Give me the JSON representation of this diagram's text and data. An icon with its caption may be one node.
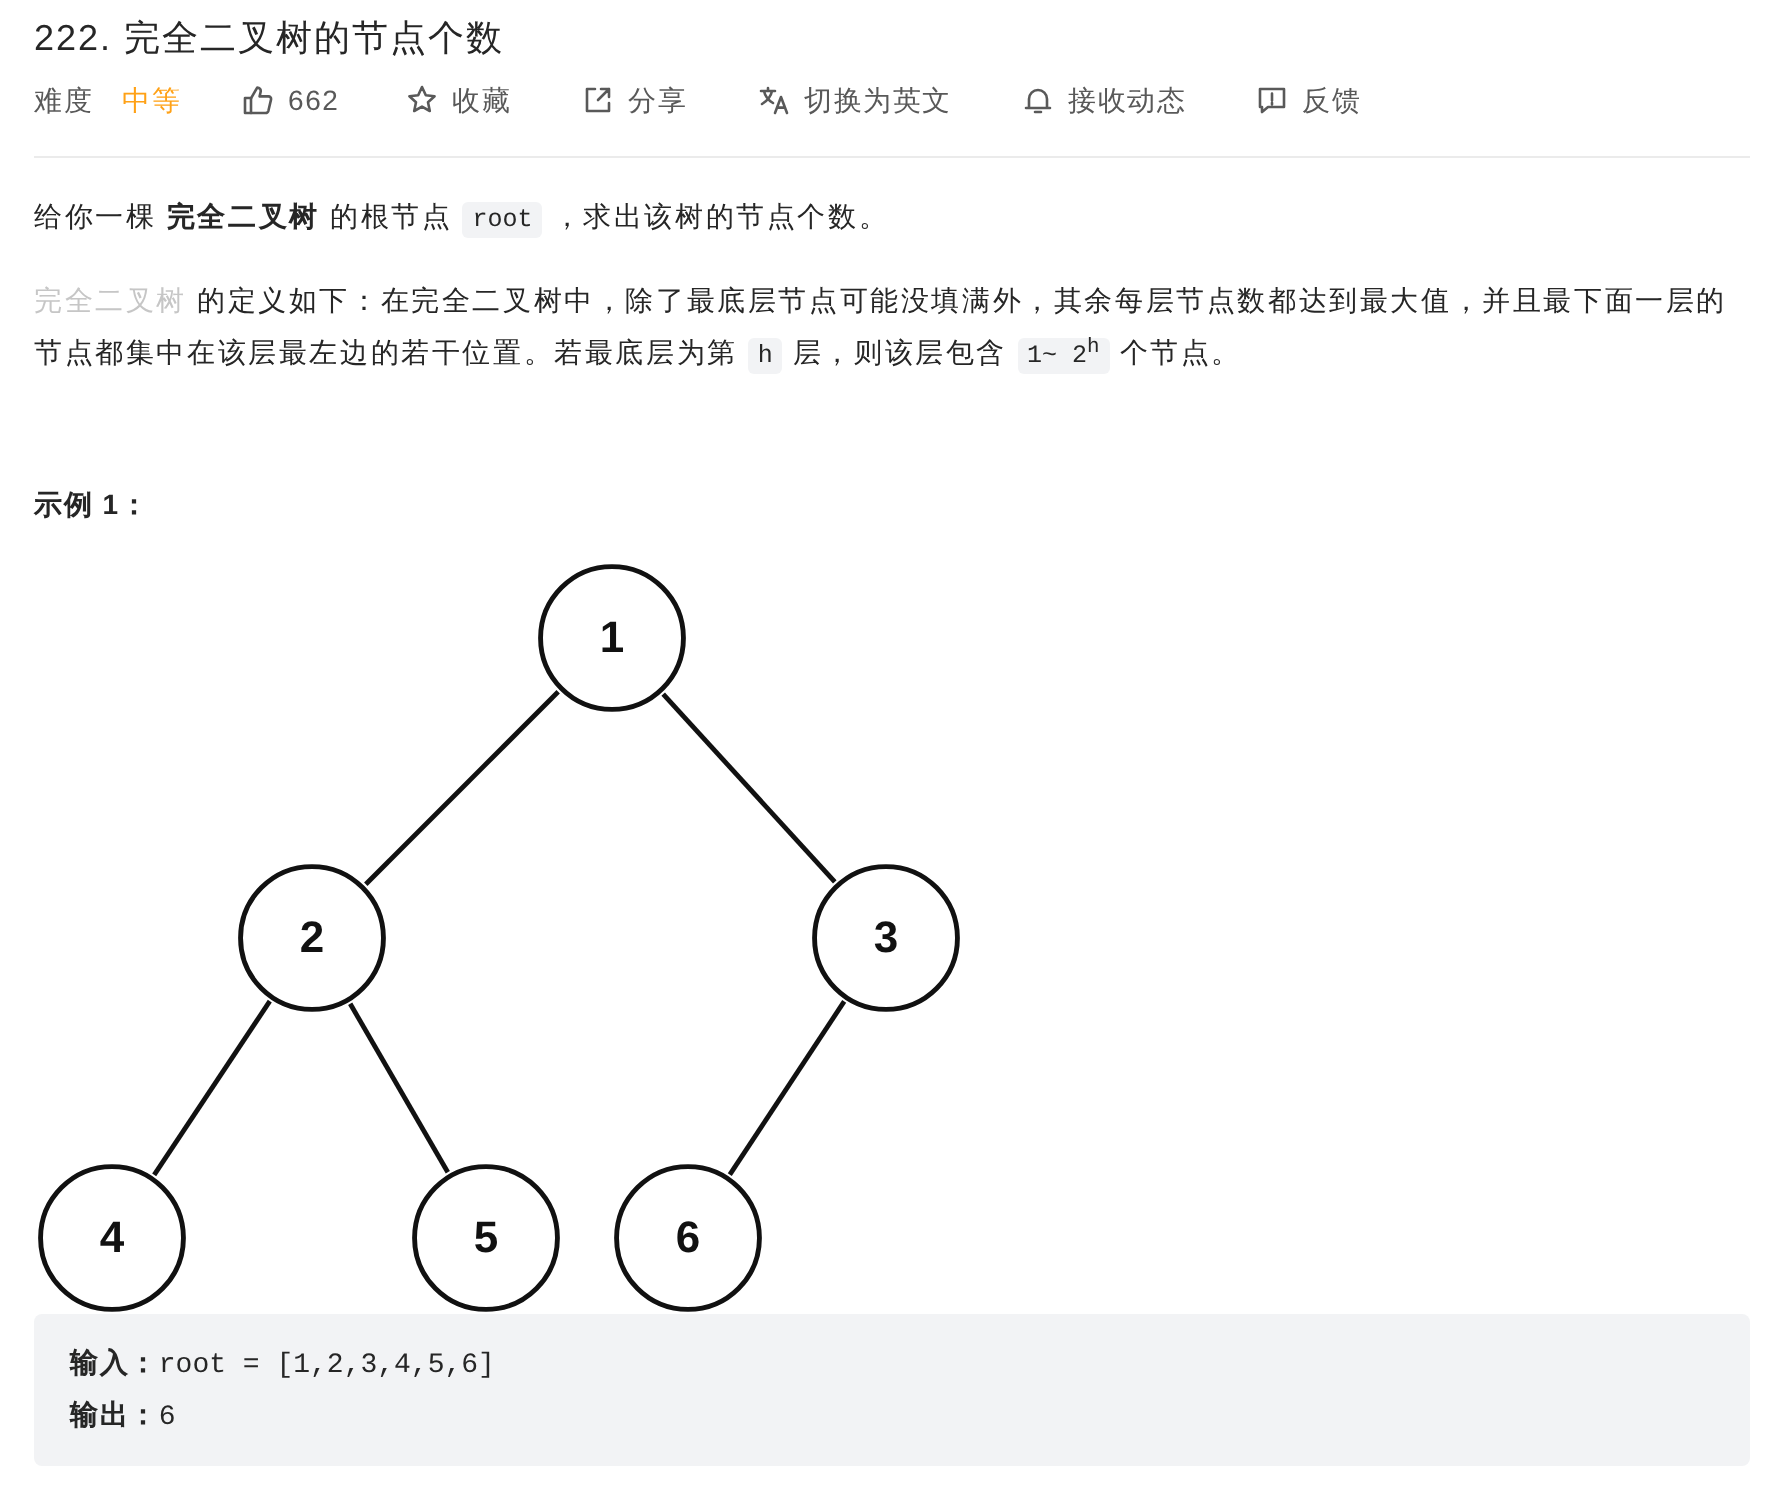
{
  "diagram": {
    "title": "222. 完全二叉树的节点个数",
    "nodes": [
      {
        "text": [
          "1"
        ]
      },
      {
        "text": [
          "2"
        ]
      },
      {
        "text": [
          "3"
        ]
      },
      {
        "text": [
          "4"
        ]
      },
      {
        "text": [
          "5"
        ]
      },
      {
        "text": [
          "6"
        ]
      }
    ],
    "edges": [
      {
        "from": 0,
        "to": 1,
        "arrow": "none"
      },
      {
        "from": 0,
        "to": 2,
        "arrow": "none"
      },
      {
        "from": 1,
        "to": 3,
        "arrow": "none"
      },
      {
        "from": 1,
        "to": 4,
        "arrow": "none"
      },
      {
        "from": 2,
        "to": 5,
        "arrow": "none"
      }
    ],
    "labels": [
      "难度",
      "中等",
      "662",
      "收藏",
      "分享",
      "切换为英文",
      "接收动态",
      "反馈",
      "给你一棵 **完全二叉树** 的根节点",
      "root",
      "，求出该树的节点个数。",
      "完全二叉树",
      "的定义如下：在完全二叉树中，除了最底层节点可能没填满外，其余每层节点数都达到最大值，并且最下面一层的节点都集中在该层最左边的若干位置。若最底层为第",
      "h",
      "层，则该层包含",
      "1~ 2$^{h}$",
      "个节点。",
      "示例 1：",
      "**输入：**root = [1,2,3,4,5,6]",
      "**输出：**6"
    ]
  }
}
